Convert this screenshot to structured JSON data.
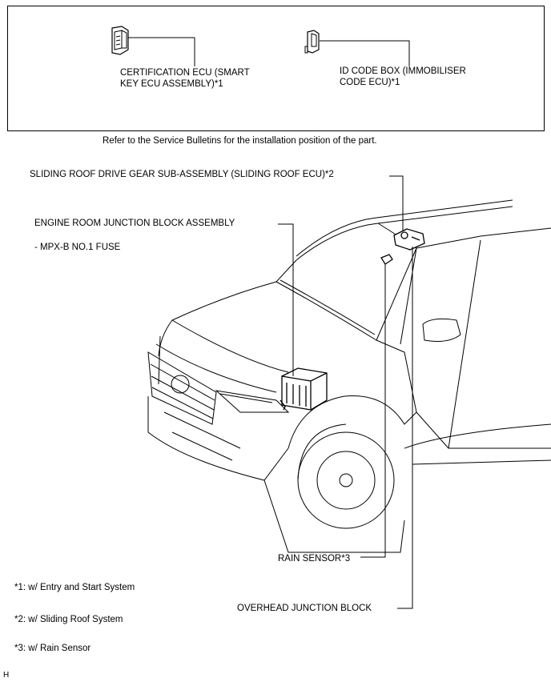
{
  "top_box": {
    "certification_ecu": [
      "CERTIFICATION ECU (SMART",
      "KEY ECU ASSEMBLY)*1"
    ],
    "id_code_box": [
      "ID CODE BOX (IMMOBILISER",
      "CODE ECU)*1"
    ]
  },
  "note": "Refer to the Service Bulletins for the installation position of the part.",
  "labels": {
    "sliding_roof": "SLIDING ROOF DRIVE GEAR SUB-ASSEMBLY (SLIDING ROOF ECU)*2",
    "engine_room": "ENGINE ROOM JUNCTION BLOCK ASSEMBLY",
    "fuse": "- MPX-B NO.1 FUSE",
    "rain_sensor": "RAIN SENSOR*3",
    "overhead": "OVERHEAD JUNCTION BLOCK"
  },
  "footnotes": [
    "*1: w/ Entry and Start System",
    "*2: w/ Sliding Roof System",
    "*3: w/ Rain Sensor"
  ],
  "corner_mark": "H"
}
